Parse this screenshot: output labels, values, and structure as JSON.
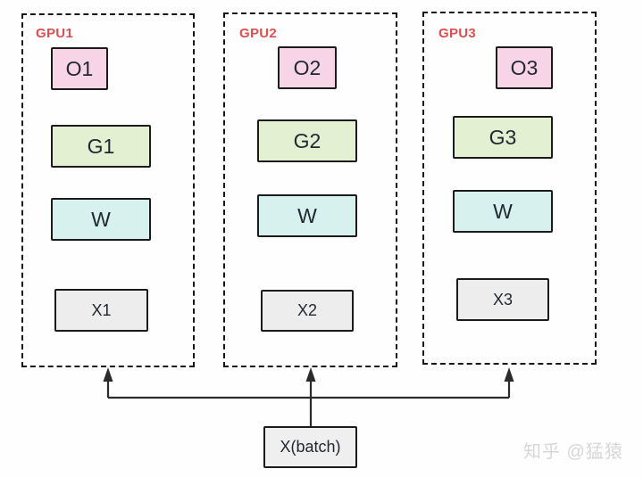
{
  "diagram": {
    "gpus": [
      {
        "label": "GPU1",
        "optimizer": "O1",
        "gradient": "G1",
        "weights": "W",
        "input": "X1"
      },
      {
        "label": "GPU2",
        "optimizer": "O2",
        "gradient": "G2",
        "weights": "W",
        "input": "X2"
      },
      {
        "label": "GPU3",
        "optimizer": "O3",
        "gradient": "G3",
        "weights": "W",
        "input": "X3"
      }
    ],
    "batch": {
      "label": "X(batch)"
    },
    "watermark": {
      "text": "知乎 @猛猿"
    },
    "colors": {
      "optimizer_fill": "#f8d5e6",
      "gradient_fill": "#e3f0d2",
      "weights_fill": "#d7f1ee",
      "input_fill": "#ededed",
      "batch_fill": "#efefef",
      "gpu_label_red": "#e04f4f",
      "border_dark": "#1b1b1b",
      "arrow_line": "#2b2b2b"
    }
  }
}
